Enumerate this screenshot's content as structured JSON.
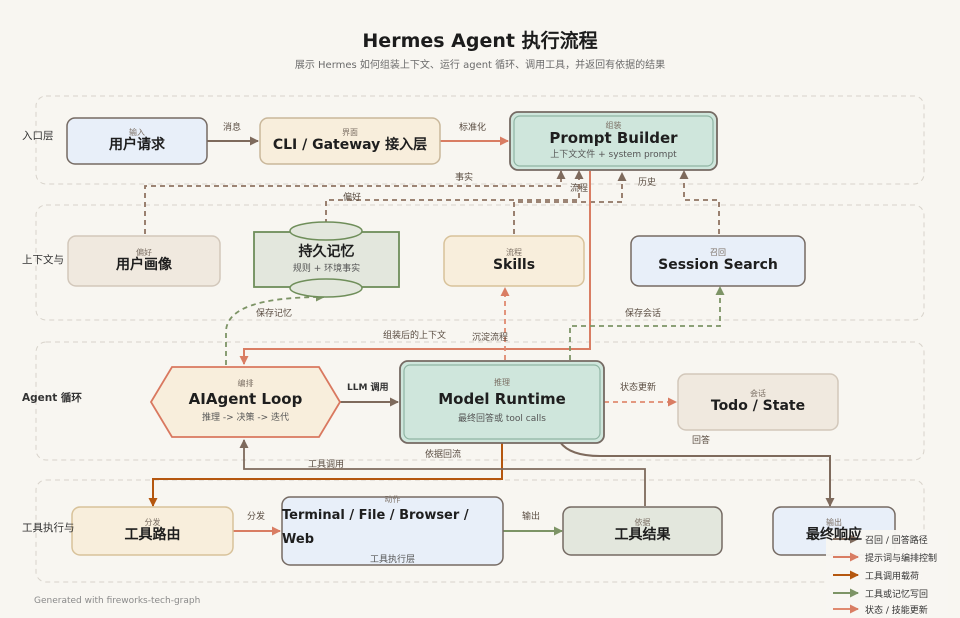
{
  "title": "Hermes Agent 执行流程",
  "subtitle": "展示 Hermes 如何组装上下文、运行 agent 循环、调用工具，并返回有依据的结果",
  "lanes": [
    "入口层",
    "上下文与",
    "Agent 循环",
    "工具执行与"
  ],
  "nodes": {
    "user_request": {
      "tag": "输入",
      "name": "用户请求"
    },
    "cli_gateway": {
      "tag": "界面",
      "name": "CLI / Gateway 接入层"
    },
    "prompt_builder": {
      "tag": "组装",
      "name": "Prompt Builder",
      "sub": "上下文文件 + system prompt"
    },
    "user_profile": {
      "tag": "偏好",
      "name": "用户画像"
    },
    "memory": {
      "name": "持久记忆",
      "sub": "规则 + 环境事实"
    },
    "skills": {
      "tag": "流程",
      "name": "Skills"
    },
    "session_search": {
      "tag": "召回",
      "name": "Session Search"
    },
    "agent_loop": {
      "tag": "编排",
      "name": "AIAgent Loop",
      "sub": "推理 -> 决策 -> 迭代"
    },
    "model_runtime": {
      "tag": "推理",
      "name": "Model Runtime",
      "sub": "最终回答或 tool calls"
    },
    "todo_state": {
      "tag": "会话",
      "name": "Todo / State"
    },
    "tool_router": {
      "tag": "分发",
      "name": "工具路由"
    },
    "terminal": {
      "tag": "动作",
      "name": "Terminal / File / Browser / Web",
      "sub": "工具执行层"
    },
    "tool_result": {
      "tag": "依据",
      "name": "工具结果"
    },
    "final_answer": {
      "tag": "输出",
      "name": "最终响应"
    }
  },
  "edge_labels": {
    "message": "消息",
    "normalize": "标准化",
    "facts": "事实",
    "preference": "偏好",
    "flow": "流程",
    "history": "历史",
    "save_memory": "保存记忆",
    "assembled_context": "组装后的上下文",
    "distill_flow": "沉淀流程",
    "save_session": "保存会话",
    "llm_call": "LLM 调用",
    "state_update": "状态更新",
    "answer": "回答",
    "tool_call": "工具调用",
    "grounded_return": "依据回流",
    "dispatch": "分发",
    "output": "输出"
  },
  "legend": [
    {
      "label": "召回 / 回答路径",
      "color": "#7e6a5c"
    },
    {
      "label": "提示词与编排控制",
      "color": "#d97d63"
    },
    {
      "label": "工具调用载荷",
      "color": "#b5570f"
    },
    {
      "label": "工具或记忆写回",
      "color": "#7d9466"
    },
    {
      "label": "状态 / 技能更新",
      "color": "#e08a70"
    }
  ],
  "colors": {
    "background": "#f8f6f1",
    "blue_fill": "#e8eff9",
    "green_fill": "#cfe6dc",
    "tan_fill": "#f8eedc",
    "beige_fill": "#f0e9df",
    "gray_green_fill": "#e3e7dd",
    "border_dark": "#756a63",
    "border_green": "#6f8e5a"
  },
  "footer": "Generated with fireworks-tech-graph"
}
